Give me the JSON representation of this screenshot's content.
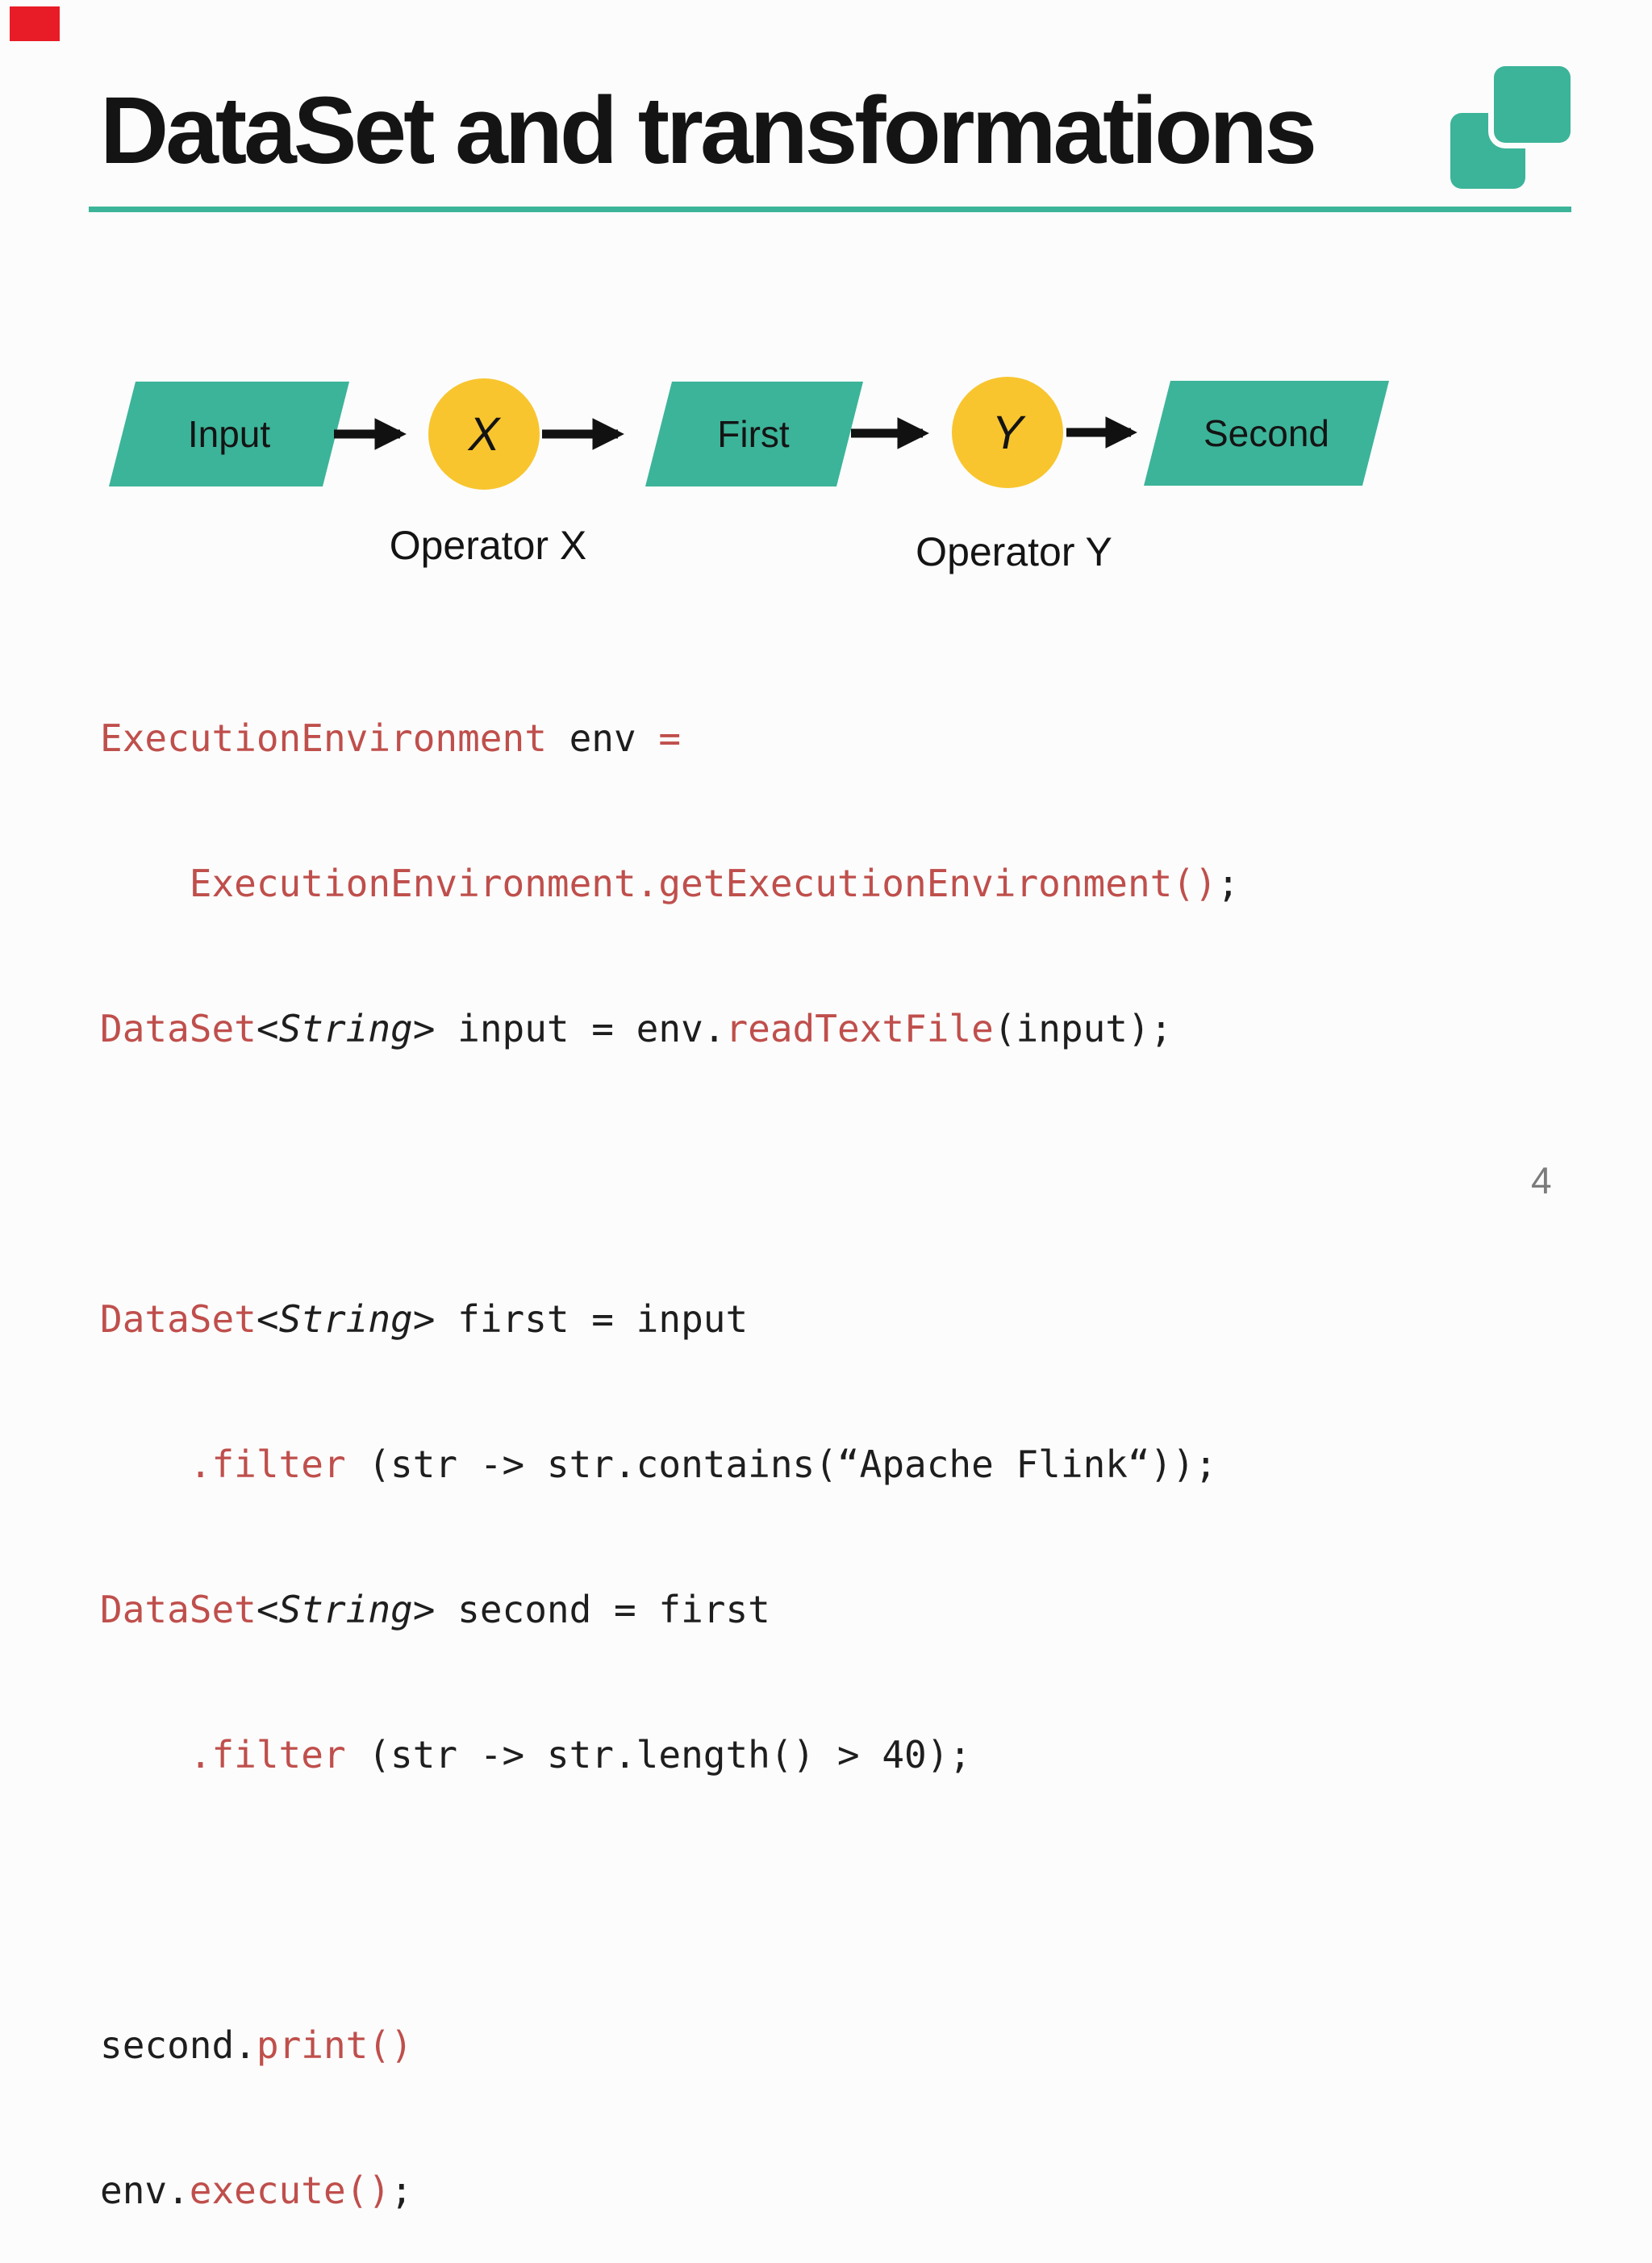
{
  "page": {
    "page_number": "4",
    "background_color": "#fcfcfc"
  },
  "red_marker": {
    "color": "#e81c26"
  },
  "header": {
    "title": "DataSet and transformations",
    "accent_color": "#3cb499"
  },
  "diagram": {
    "colors": {
      "dataset_fill": "#3cb499",
      "operator_fill": "#f8c52e",
      "arrow": "#111111"
    },
    "nodes": {
      "input": "Input",
      "operator_x": "X",
      "first": "First",
      "operator_y": "Y",
      "second": "Second"
    },
    "captions": {
      "operator_x": "Operator X",
      "operator_y": "Operator Y"
    }
  },
  "code": {
    "lines": [
      {
        "tokens": [
          "ExecutionEnvironment",
          " env ",
          "="
        ]
      },
      {
        "tokens": [
          "    ",
          "ExecutionEnvironment.getExecutionEnvironment()",
          ";"
        ]
      },
      {
        "tokens": [
          "DataSet",
          "<String>",
          " input = env.",
          "readTextFile",
          "(input);"
        ]
      },
      {
        "tokens": []
      },
      {
        "tokens": [
          "DataSet",
          "<String>",
          " first = input"
        ]
      },
      {
        "tokens": [
          "    ",
          ".filter",
          " (str -> str.contains(“Apache Flink“));"
        ]
      },
      {
        "tokens": [
          "DataSet",
          "<String>",
          " second = first"
        ]
      },
      {
        "tokens": [
          "    ",
          ".filter",
          " (str -> str.length() > 40);"
        ]
      },
      {
        "tokens": []
      },
      {
        "tokens": [
          "second.",
          "print()"
        ]
      },
      {
        "tokens": [
          "env.",
          "execute()",
          ";"
        ]
      }
    ]
  }
}
